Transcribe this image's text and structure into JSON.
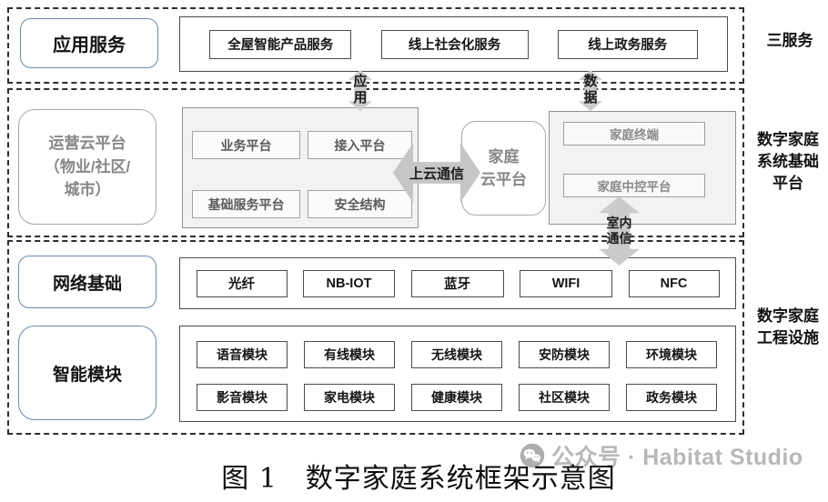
{
  "services": {
    "title": "应用服务",
    "items": [
      "全屋智能产品服务",
      "线上社会化服务",
      "线上政务服务"
    ]
  },
  "platform": {
    "operator_cloud_lines": [
      "运营云平台",
      "（物业/社区/",
      "城市）"
    ],
    "cloud_modules": [
      "业务平台",
      "接入平台",
      "基础服务平台",
      "安全结构"
    ],
    "home_cloud_lines": [
      "家庭",
      "云平台"
    ],
    "home_modules": [
      "家庭终端",
      "家庭中控平台"
    ]
  },
  "infra": {
    "network": {
      "title": "网络基础",
      "items": [
        "光纤",
        "NB-IOT",
        "蓝牙",
        "WIFI",
        "NFC"
      ]
    },
    "modules": {
      "title": "智能模块",
      "row1": [
        "语音模块",
        "有线模块",
        "无线模块",
        "安防模块",
        "环境模块"
      ],
      "row2": [
        "影音模块",
        "家电模块",
        "健康模块",
        "社区模块",
        "政务模块"
      ]
    }
  },
  "connectors": {
    "app": [
      "应",
      "用"
    ],
    "data": [
      "数",
      "据"
    ],
    "cloud_comm": "上云通信",
    "indoor_comm": [
      "室内",
      "通信"
    ]
  },
  "side_labels": {
    "services": "三服务",
    "platform_lines": [
      "数字家庭",
      "系统基础",
      "平台"
    ],
    "infra_lines": [
      "数字家庭",
      "工程设施"
    ]
  },
  "caption": "图 1　数字家庭系统框架示意图",
  "watermark": {
    "icon": "wechat-icon",
    "text": "公众号 · Habitat Studio"
  },
  "colors": {
    "accent_border_blue": "#6c89a6",
    "gray_text": "#878787",
    "arrow_gray": "#c9c9c9",
    "dashed_border": "#2e2e2e",
    "watermark_gray": "#b8b8b8",
    "panel_gray": "#f2f2f2"
  }
}
